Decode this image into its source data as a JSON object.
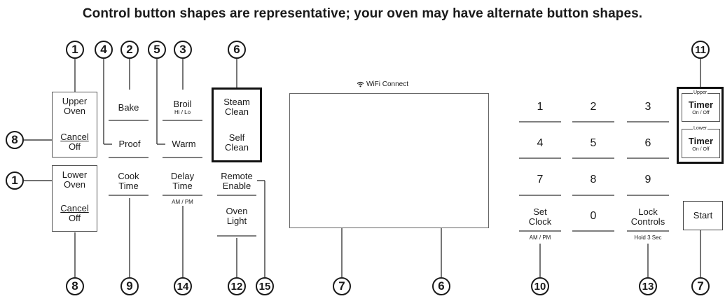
{
  "title": "Control button shapes are representative; your oven may have alternate button shapes.",
  "callouts": {
    "c1a": "1",
    "c4": "4",
    "c2": "2",
    "c5": "5",
    "c3": "3",
    "c6a": "6",
    "c11": "11",
    "c8a": "8",
    "c1b": "1",
    "c8b": "8",
    "c9": "9",
    "c14": "14",
    "c12": "12",
    "c15": "15",
    "c7a": "7",
    "c6b": "6",
    "c10": "10",
    "c13": "13",
    "c7b": "7"
  },
  "buttons": {
    "upper_oven": [
      "Upper",
      "Oven"
    ],
    "cancel": "Cancel",
    "off": "Off",
    "lower_oven": [
      "Lower",
      "Oven"
    ],
    "bake": "Bake",
    "proof": "Proof",
    "cook_time": [
      "Cook",
      "Time"
    ],
    "broil": "Broil",
    "broil_sub": "Hi / Lo",
    "warm": "Warm",
    "delay_time": [
      "Delay",
      "Time"
    ],
    "delay_sub": "AM / PM",
    "steam_clean": [
      "Steam",
      "Clean"
    ],
    "self_clean": [
      "Self",
      "Clean"
    ],
    "remote_enable": [
      "Remote",
      "Enable"
    ],
    "oven_light": [
      "Oven",
      "Light"
    ],
    "keypad": [
      "1",
      "2",
      "3",
      "4",
      "5",
      "6",
      "7",
      "8",
      "9",
      "0"
    ],
    "set_clock": [
      "Set",
      "Clock"
    ],
    "set_clock_sub": "AM / PM",
    "lock_controls": [
      "Lock",
      "Controls"
    ],
    "lock_sub": "Hold 3 Sec",
    "timer_upper_tag": "Upper",
    "timer_lower_tag": "Lower",
    "timer": "Timer",
    "timer_sub": "On / Off",
    "start": "Start"
  },
  "display": {
    "wifi_label": "WiFi Connect"
  }
}
